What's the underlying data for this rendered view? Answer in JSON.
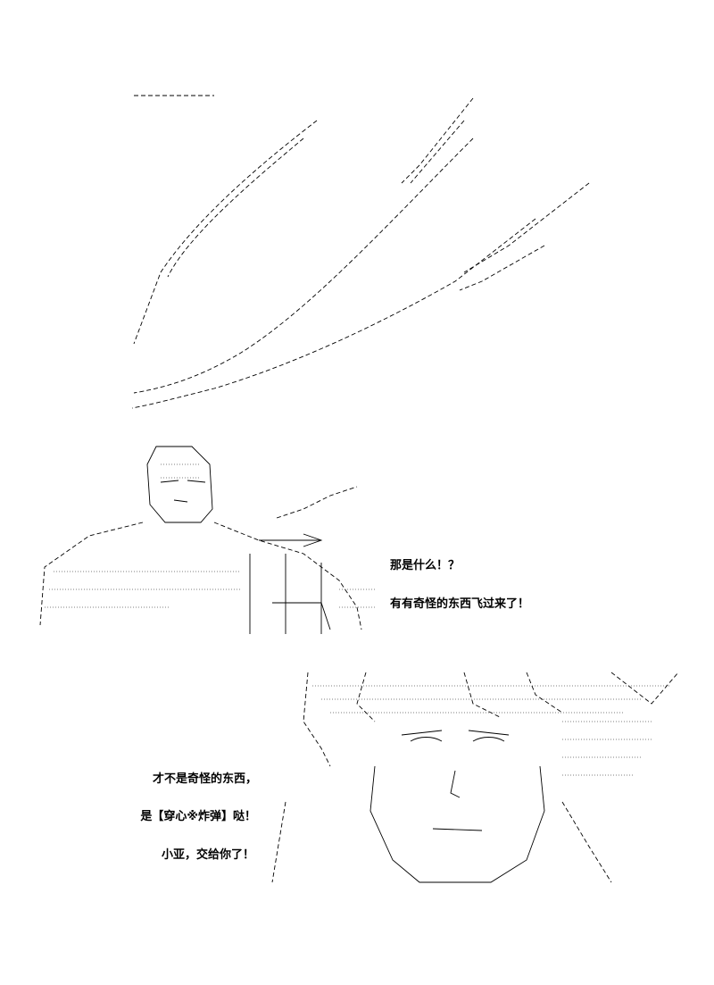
{
  "dialogue": {
    "top": [
      "那是什么！？",
      "有有奇怪的东西飞过来了！"
    ],
    "bottom": [
      "才不是奇怪的东西，",
      "是【穿心※炸弹】哒！",
      "小亚，交给你了！"
    ]
  }
}
